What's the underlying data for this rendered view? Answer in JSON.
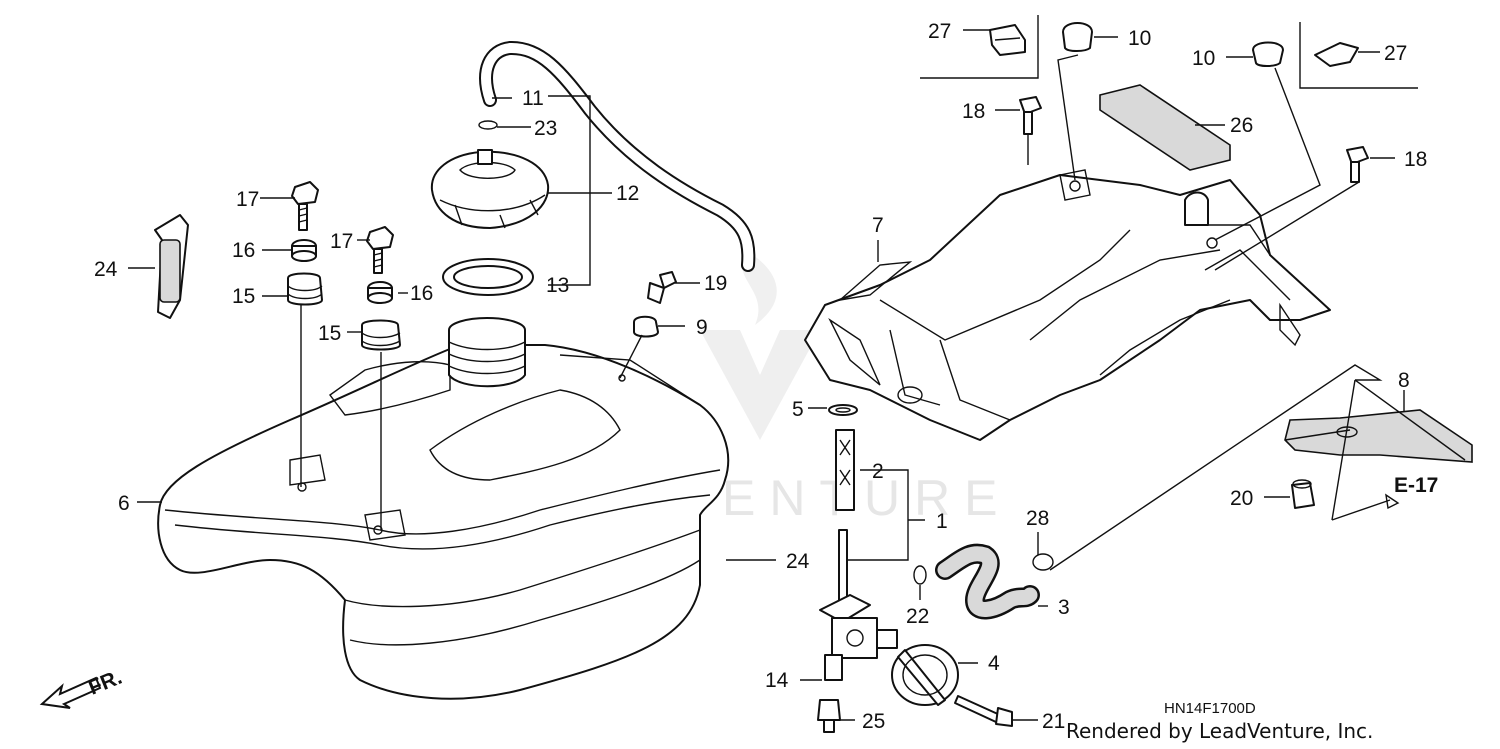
{
  "diagram": {
    "callouts": [
      {
        "id": "c1",
        "text": "1"
      },
      {
        "id": "c2",
        "text": "2"
      },
      {
        "id": "c3",
        "text": "3"
      },
      {
        "id": "c4",
        "text": "4"
      },
      {
        "id": "c5",
        "text": "5"
      },
      {
        "id": "c6",
        "text": "6"
      },
      {
        "id": "c7",
        "text": "7"
      },
      {
        "id": "c8",
        "text": "8"
      },
      {
        "id": "c9",
        "text": "9"
      },
      {
        "id": "c10a",
        "text": "10"
      },
      {
        "id": "c10b",
        "text": "10"
      },
      {
        "id": "c11",
        "text": "11"
      },
      {
        "id": "c12",
        "text": "12"
      },
      {
        "id": "c13",
        "text": "13"
      },
      {
        "id": "c14",
        "text": "14"
      },
      {
        "id": "c15a",
        "text": "15"
      },
      {
        "id": "c15b",
        "text": "15"
      },
      {
        "id": "c16a",
        "text": "16"
      },
      {
        "id": "c16b",
        "text": "16"
      },
      {
        "id": "c17a",
        "text": "17"
      },
      {
        "id": "c17b",
        "text": "17"
      },
      {
        "id": "c18a",
        "text": "18"
      },
      {
        "id": "c18b",
        "text": "18"
      },
      {
        "id": "c19",
        "text": "19"
      },
      {
        "id": "c20",
        "text": "20"
      },
      {
        "id": "c21",
        "text": "21"
      },
      {
        "id": "c22",
        "text": "22"
      },
      {
        "id": "c23",
        "text": "23"
      },
      {
        "id": "c24a",
        "text": "24"
      },
      {
        "id": "c24b",
        "text": "24"
      },
      {
        "id": "c25",
        "text": "25"
      },
      {
        "id": "c26",
        "text": "26"
      },
      {
        "id": "c27a",
        "text": "27"
      },
      {
        "id": "c27b",
        "text": "27"
      },
      {
        "id": "c28",
        "text": "28"
      }
    ],
    "reference": "E-17",
    "front_marker": "FR.",
    "diagram_code": "HN14F1700D",
    "credit": "Rendered by LeadVenture, Inc.",
    "watermark": "LEADVENTURE"
  }
}
